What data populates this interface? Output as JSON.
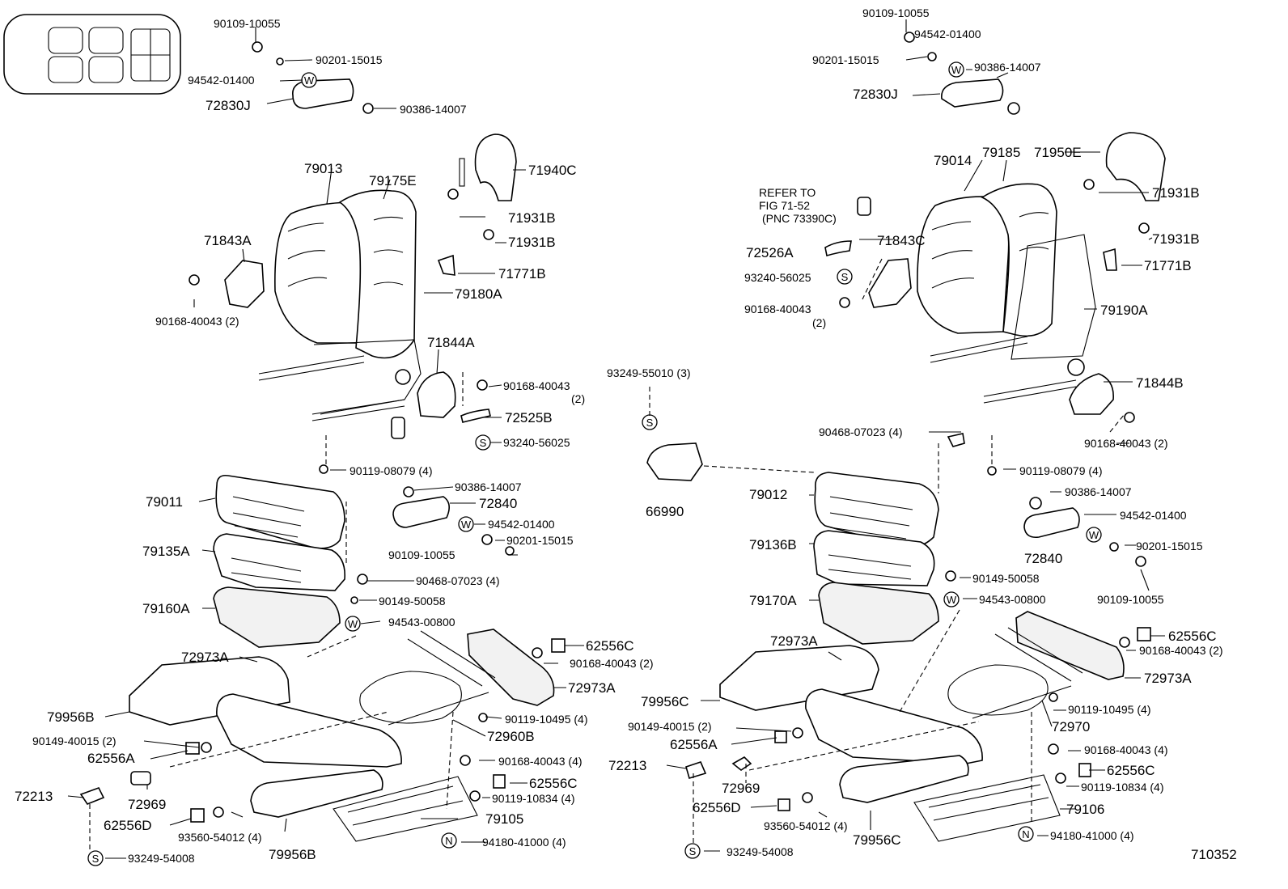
{
  "diagram_code": "710352",
  "symbols": {
    "s": "S",
    "w": "W",
    "n": "N"
  },
  "ref_note": {
    "line1": "REFER TO",
    "line2": "FIG 71-52",
    "line3": "(PNC 73390C)"
  },
  "labels": {
    "L01": "90109-10055",
    "L02": "90201-15015",
    "L03": "94542-01400",
    "L04": "72830J",
    "L05": "90386-14007",
    "L06": "79013",
    "L07": "79175E",
    "L08": "71940C",
    "L09": "71931B",
    "L10": "71931B",
    "L11": "71843A",
    "L12": "71771B",
    "L13": "79180A",
    "L14": "90168-40043 (2)",
    "L15": "71844A",
    "L16": "90168-40043",
    "L17": "(2)",
    "L18": "72525B",
    "L19": "93240-56025",
    "L20": "90119-08079 (4)",
    "L21": "79011",
    "L22": "90386-14007",
    "L23": "72840",
    "L24": "94542-01400",
    "L25": "90201-15015",
    "L26": "79135A",
    "L27": "90109-10055",
    "L28": "90468-07023 (4)",
    "L29": "79160A",
    "L30": "90149-50058",
    "L31": "94543-00800",
    "L32": "72973A",
    "L33": "62556C",
    "L34": "90168-40043 (2)",
    "L35": "72973A",
    "L36": "79956B",
    "L37": "90119-10495 (4)",
    "L38": "72960B",
    "L39": "90149-40015 (2)",
    "L40": "62556A",
    "L41": "90168-40043 (4)",
    "L42": "62556C",
    "L43": "72213",
    "L44": "72969",
    "L45": "90119-10834 (4)",
    "L46": "62556D",
    "L47": "93560-54012 (4)",
    "L48": "79105",
    "L49": "79956B",
    "L50": "94180-41000 (4)",
    "L51": "93249-54008",
    "R01": "90109-10055",
    "R02": "94542-01400",
    "R03": "90201-15015",
    "R04": "90386-14007",
    "R05": "72830J",
    "R06": "79014",
    "R07": "79185",
    "R08": "71950E",
    "R09": "71931B",
    "R10": "71931B",
    "R11": "71843C",
    "R12": "72526A",
    "R13": "71771B",
    "R14": "93240-56025",
    "R15": "90168-40043",
    "R16": "(2)",
    "R17": "79190A",
    "R18": "93249-55010 (3)",
    "R19": "71844B",
    "R20": "90468-07023 (4)",
    "R21": "90168-40043 (2)",
    "R22": "90119-08079 (4)",
    "R23": "66990",
    "R24": "79012",
    "R25": "90386-14007",
    "R26": "94542-01400",
    "R27": "79136B",
    "R28": "72840",
    "R29": "90201-15015",
    "R30": "90149-50058",
    "R31": "90109-10055",
    "R32": "79170A",
    "R33": "94543-00800",
    "R34": "62556C",
    "R35": "72973A",
    "R36": "90168-40043 (2)",
    "R37": "72973A",
    "R38": "79956C",
    "R39": "90119-10495 (4)",
    "R40": "72970",
    "R41": "90149-40015 (2)",
    "R42": "62556A",
    "R43": "90168-40043 (4)",
    "R44": "72213",
    "R45": "62556C",
    "R46": "72969",
    "R47": "90119-10834 (4)",
    "R48": "62556D",
    "R49": "93560-54012 (4)",
    "R50": "79106",
    "R51": "79956C",
    "R52": "94180-41000 (4)",
    "R53": "93249-54008"
  }
}
